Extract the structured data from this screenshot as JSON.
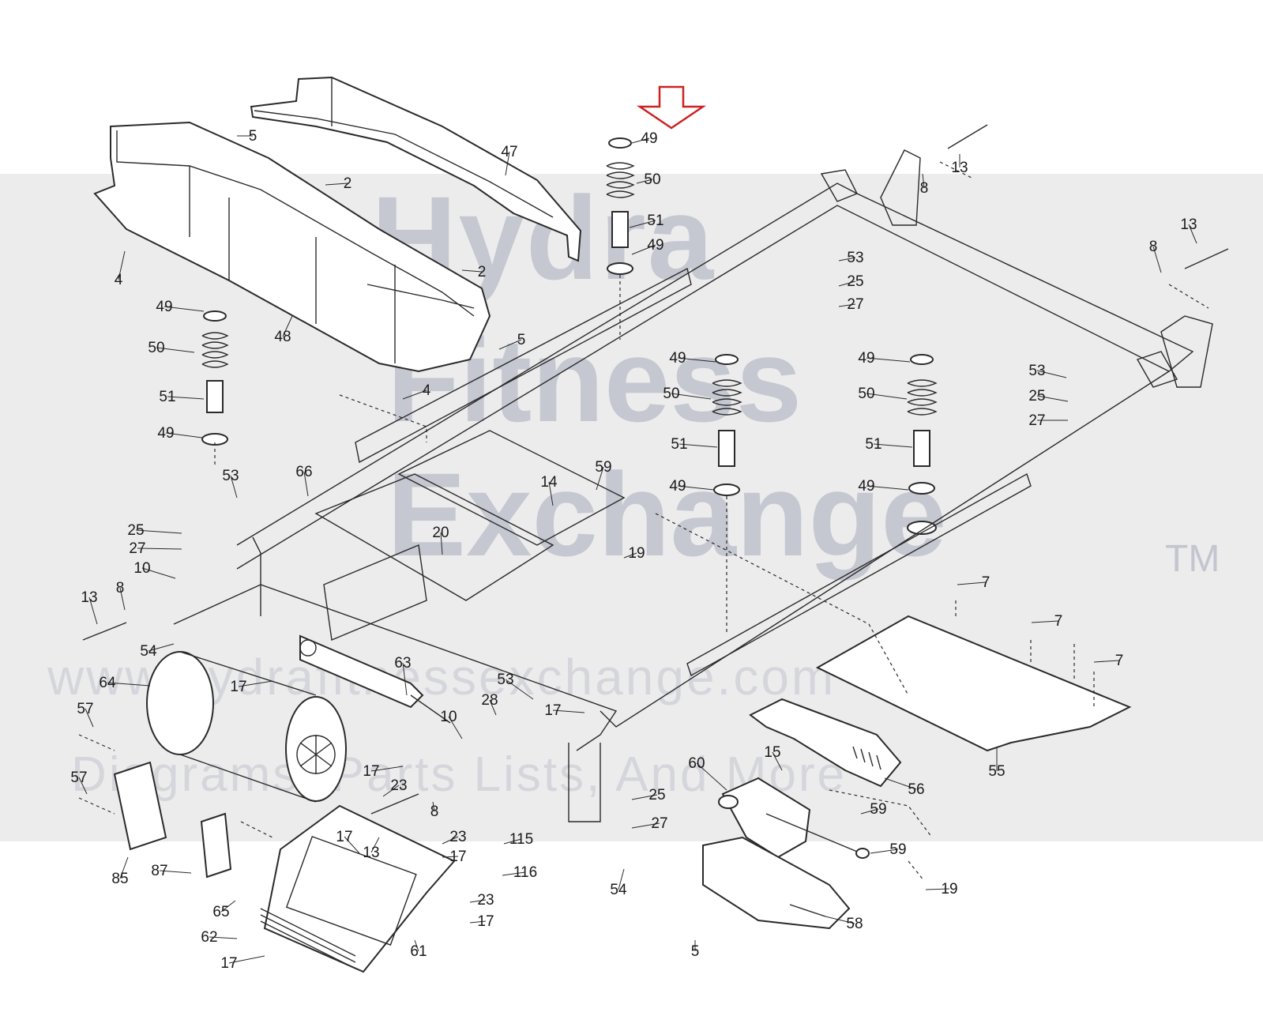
{
  "watermark": {
    "brand_line1": "Hydra",
    "brand_line2": "Fitness",
    "brand_line3": "Exchange",
    "trademark": "TM",
    "url": "www.hydrafitnessexchange.com",
    "tagline": "Diagrams, Parts Lists, And More"
  },
  "colors": {
    "highlight_arrow": "#cc2222",
    "line": "#2a2a2a",
    "watermark": "#b9bcc8"
  },
  "callouts": [
    {
      "id": "c1",
      "text": "5"
    },
    {
      "id": "c2",
      "text": "2"
    },
    {
      "id": "c3",
      "text": "47"
    },
    {
      "id": "c4",
      "text": "4"
    },
    {
      "id": "c5",
      "text": "2"
    },
    {
      "id": "c6",
      "text": "48"
    },
    {
      "id": "c7",
      "text": "5"
    },
    {
      "id": "c8",
      "text": "4"
    },
    {
      "id": "c9",
      "text": "49"
    },
    {
      "id": "c10",
      "text": "50"
    },
    {
      "id": "c11",
      "text": "51"
    },
    {
      "id": "c12",
      "text": "49"
    },
    {
      "id": "c13",
      "text": "49"
    },
    {
      "id": "c14",
      "text": "50"
    },
    {
      "id": "c15",
      "text": "51"
    },
    {
      "id": "c16",
      "text": "49"
    },
    {
      "id": "c17",
      "text": "8"
    },
    {
      "id": "c18",
      "text": "13"
    },
    {
      "id": "c19",
      "text": "13"
    },
    {
      "id": "c20",
      "text": "8"
    },
    {
      "id": "c21",
      "text": "53"
    },
    {
      "id": "c22",
      "text": "25"
    },
    {
      "id": "c23",
      "text": "27"
    },
    {
      "id": "c24",
      "text": "53"
    },
    {
      "id": "c25",
      "text": "25"
    },
    {
      "id": "c26",
      "text": "27"
    },
    {
      "id": "c27",
      "text": "49"
    },
    {
      "id": "c28",
      "text": "50"
    },
    {
      "id": "c29",
      "text": "51"
    },
    {
      "id": "c30",
      "text": "49"
    },
    {
      "id": "c31",
      "text": "49"
    },
    {
      "id": "c32",
      "text": "50"
    },
    {
      "id": "c33",
      "text": "51"
    },
    {
      "id": "c34",
      "text": "49"
    },
    {
      "id": "c35",
      "text": "53"
    },
    {
      "id": "c36",
      "text": "66"
    },
    {
      "id": "c37",
      "text": "25"
    },
    {
      "id": "c38",
      "text": "27"
    },
    {
      "id": "c39",
      "text": "10"
    },
    {
      "id": "c40",
      "text": "13"
    },
    {
      "id": "c41",
      "text": "8"
    },
    {
      "id": "c42",
      "text": "54"
    },
    {
      "id": "c43",
      "text": "14"
    },
    {
      "id": "c44",
      "text": "59"
    },
    {
      "id": "c45",
      "text": "20"
    },
    {
      "id": "c46",
      "text": "19"
    },
    {
      "id": "c47",
      "text": "7"
    },
    {
      "id": "c48",
      "text": "7"
    },
    {
      "id": "c49",
      "text": "7"
    },
    {
      "id": "c50",
      "text": "64"
    },
    {
      "id": "c51",
      "text": "17"
    },
    {
      "id": "c52",
      "text": "63"
    },
    {
      "id": "c53",
      "text": "53"
    },
    {
      "id": "c54",
      "text": "28"
    },
    {
      "id": "c55",
      "text": "17"
    },
    {
      "id": "c56",
      "text": "10"
    },
    {
      "id": "c57",
      "text": "57"
    },
    {
      "id": "c58",
      "text": "57"
    },
    {
      "id": "c59",
      "text": "17"
    },
    {
      "id": "c60",
      "text": "23"
    },
    {
      "id": "c61",
      "text": "8"
    },
    {
      "id": "c62",
      "text": "25"
    },
    {
      "id": "c63",
      "text": "27"
    },
    {
      "id": "c64",
      "text": "15"
    },
    {
      "id": "c65",
      "text": "60"
    },
    {
      "id": "c66",
      "text": "56"
    },
    {
      "id": "c67",
      "text": "55"
    },
    {
      "id": "c68",
      "text": "59"
    },
    {
      "id": "c69",
      "text": "59"
    },
    {
      "id": "c70",
      "text": "19"
    },
    {
      "id": "c71",
      "text": "17"
    },
    {
      "id": "c72",
      "text": "13"
    },
    {
      "id": "c73",
      "text": "23"
    },
    {
      "id": "c74",
      "text": "17"
    },
    {
      "id": "c75",
      "text": "115"
    },
    {
      "id": "c76",
      "text": "116"
    },
    {
      "id": "c77",
      "text": "54"
    },
    {
      "id": "c78",
      "text": "85"
    },
    {
      "id": "c79",
      "text": "87"
    },
    {
      "id": "c80",
      "text": "65"
    },
    {
      "id": "c81",
      "text": "62"
    },
    {
      "id": "c82",
      "text": "17"
    },
    {
      "id": "c83",
      "text": "23"
    },
    {
      "id": "c84",
      "text": "17"
    },
    {
      "id": "c85",
      "text": "61"
    },
    {
      "id": "c86",
      "text": "58"
    },
    {
      "id": "c87",
      "text": "5"
    }
  ]
}
